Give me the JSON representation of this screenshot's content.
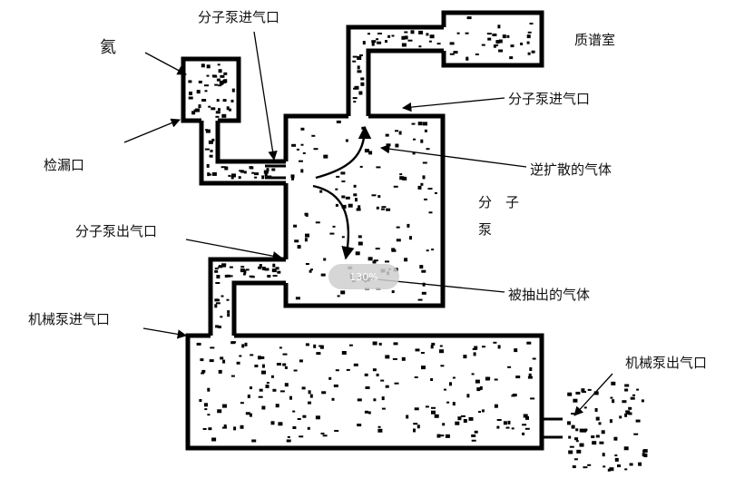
{
  "labels": {
    "helium": "氦",
    "leak_port": "检漏口",
    "mol_pump_inlet_top": "分子泵进气口",
    "mass_spec_chamber": "质谱室",
    "mol_pump_inlet_right": "分子泵进气口",
    "back_diffused_gas": "逆扩散的气体",
    "mol_pump_char1": "分",
    "mol_pump_char2": "子",
    "mol_pump_char3": "泵",
    "mol_pump_outlet": "分子泵出气口",
    "pumped_gas": "被抽出的气体",
    "mech_pump_inlet": "机械泵进气口",
    "mech_pump_outlet": "机械泵出气口"
  },
  "overlay": {
    "zoom_text": "130%"
  }
}
